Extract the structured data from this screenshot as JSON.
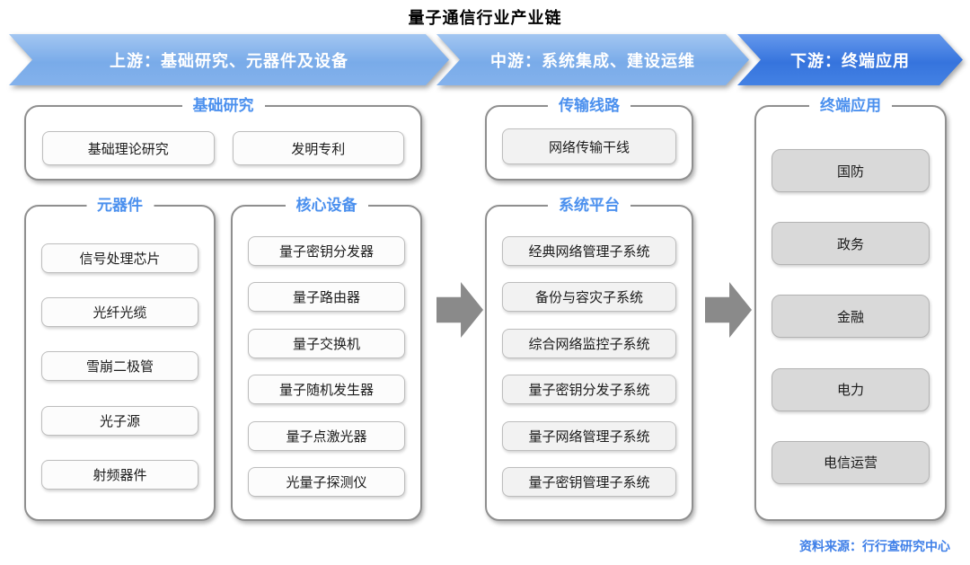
{
  "title": "量子通信行业产业链",
  "banners": {
    "upstream": {
      "label": "上游：基础研究、元器件及设备"
    },
    "midstream": {
      "label": "中游：系统集成、建设运维"
    },
    "downstream": {
      "label": "下游：终端应用"
    }
  },
  "groups": {
    "foundation": {
      "title": "基础研究",
      "items": [
        "基础理论研究",
        "发明专利"
      ]
    },
    "components": {
      "title": "元器件",
      "items": [
        "信号处理芯片",
        "光纤光缆",
        "雪崩二极管",
        "光子源",
        "射频器件"
      ]
    },
    "core_equipment": {
      "title": "核心设备",
      "items": [
        "量子密钥分发器",
        "量子路由器",
        "量子交换机",
        "量子随机发生器",
        "量子点激光器",
        "光量子探测仪"
      ]
    },
    "transmission": {
      "title": "传输线路",
      "items": [
        "网络传输干线"
      ]
    },
    "system_platform": {
      "title": "系统平台",
      "items": [
        "经典网络管理子系统",
        "备份与容灾子系统",
        "综合网络监控子系统",
        "量子密钥分发子系统",
        "量子网络管理子系统",
        "量子密钥管理子系统"
      ]
    },
    "terminal": {
      "title": "终端应用",
      "items": [
        "国防",
        "政务",
        "金融",
        "电力",
        "电信运营"
      ]
    }
  },
  "source": "资料来源：行行查研究中心",
  "colors": {
    "banner_light": "#7babe9",
    "banner_dark": "#3a78e0",
    "legend_blue": "#4b90ee",
    "arrow_gray": "#8a8a8a",
    "terminal_item_fill": "#d9d9d9",
    "mid_item_fill": "#f2f2f2"
  }
}
